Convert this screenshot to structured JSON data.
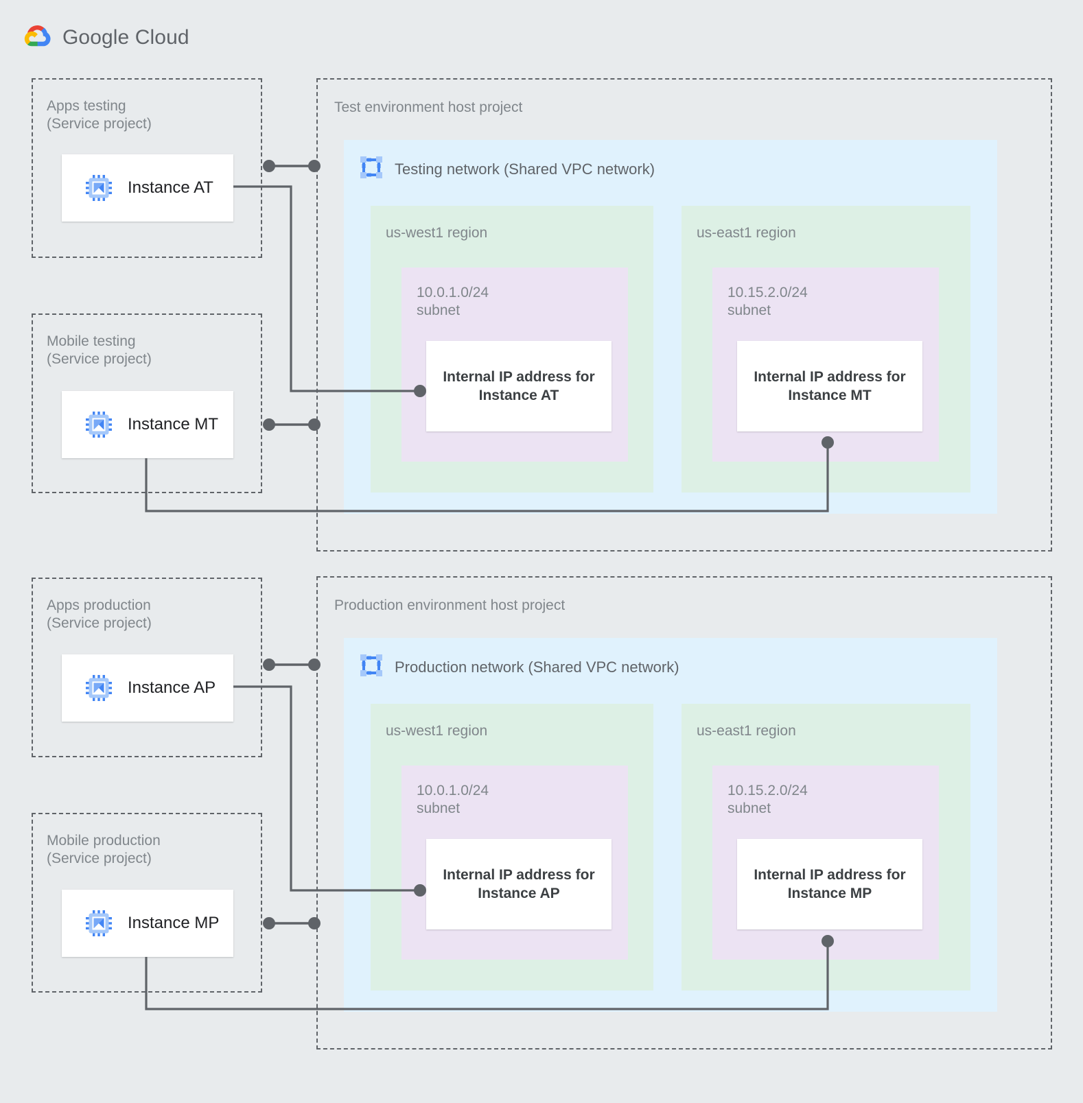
{
  "brand": {
    "google": "Google",
    "cloud": "Cloud",
    "logo_icon": "google-cloud-logo"
  },
  "icons": {
    "vm_instance": "cpu-chip-icon",
    "vpc_network": "vpc-network-icon"
  },
  "service_projects": [
    {
      "id": "apps-testing",
      "name": "Apps testing",
      "kind": "(Service project)",
      "instance": "Instance AT"
    },
    {
      "id": "mobile-testing",
      "name": "Mobile testing",
      "kind": "(Service project)",
      "instance": "Instance MT"
    },
    {
      "id": "apps-production",
      "name": "Apps production",
      "kind": "(Service project)",
      "instance": "Instance AP"
    },
    {
      "id": "mobile-production",
      "name": "Mobile production",
      "kind": "(Service project)",
      "instance": "Instance MP"
    }
  ],
  "host_projects": [
    {
      "id": "test-env",
      "label": "Test environment host project",
      "network": "Testing network (Shared VPC network)",
      "regions": [
        {
          "name": "us-west1 region",
          "subnet_cidr": "10.0.1.0/24",
          "subnet_word": "subnet",
          "ip_card": "Internal IP address for\nInstance AT"
        },
        {
          "name": "us-east1 region",
          "subnet_cidr": "10.15.2.0/24",
          "subnet_word": "subnet",
          "ip_card": "Internal IP address for\nInstance MT"
        }
      ]
    },
    {
      "id": "prod-env",
      "label": "Production environment host project",
      "network": "Production network (Shared VPC network)",
      "regions": [
        {
          "name": "us-west1 region",
          "subnet_cidr": "10.0.1.0/24",
          "subnet_word": "subnet",
          "ip_card": "Internal IP address for\nInstance AP"
        },
        {
          "name": "us-east1 region",
          "subnet_cidr": "10.15.2.0/24",
          "subnet_word": "subnet",
          "ip_card": "Internal IP address for\nInstance MP"
        }
      ]
    }
  ],
  "colors": {
    "page_background": "#e8ebed",
    "network_fill": "#e0f2fd",
    "region_fill": "#ddf0e5",
    "subnet_fill": "#ece3f3",
    "card_fill": "#ffffff",
    "dashed_border": "#5f6368",
    "label_text": "#80868b",
    "connector": "#5f6368",
    "icon_blue": "#4285f4",
    "icon_blue_light": "#a0c3f8"
  }
}
